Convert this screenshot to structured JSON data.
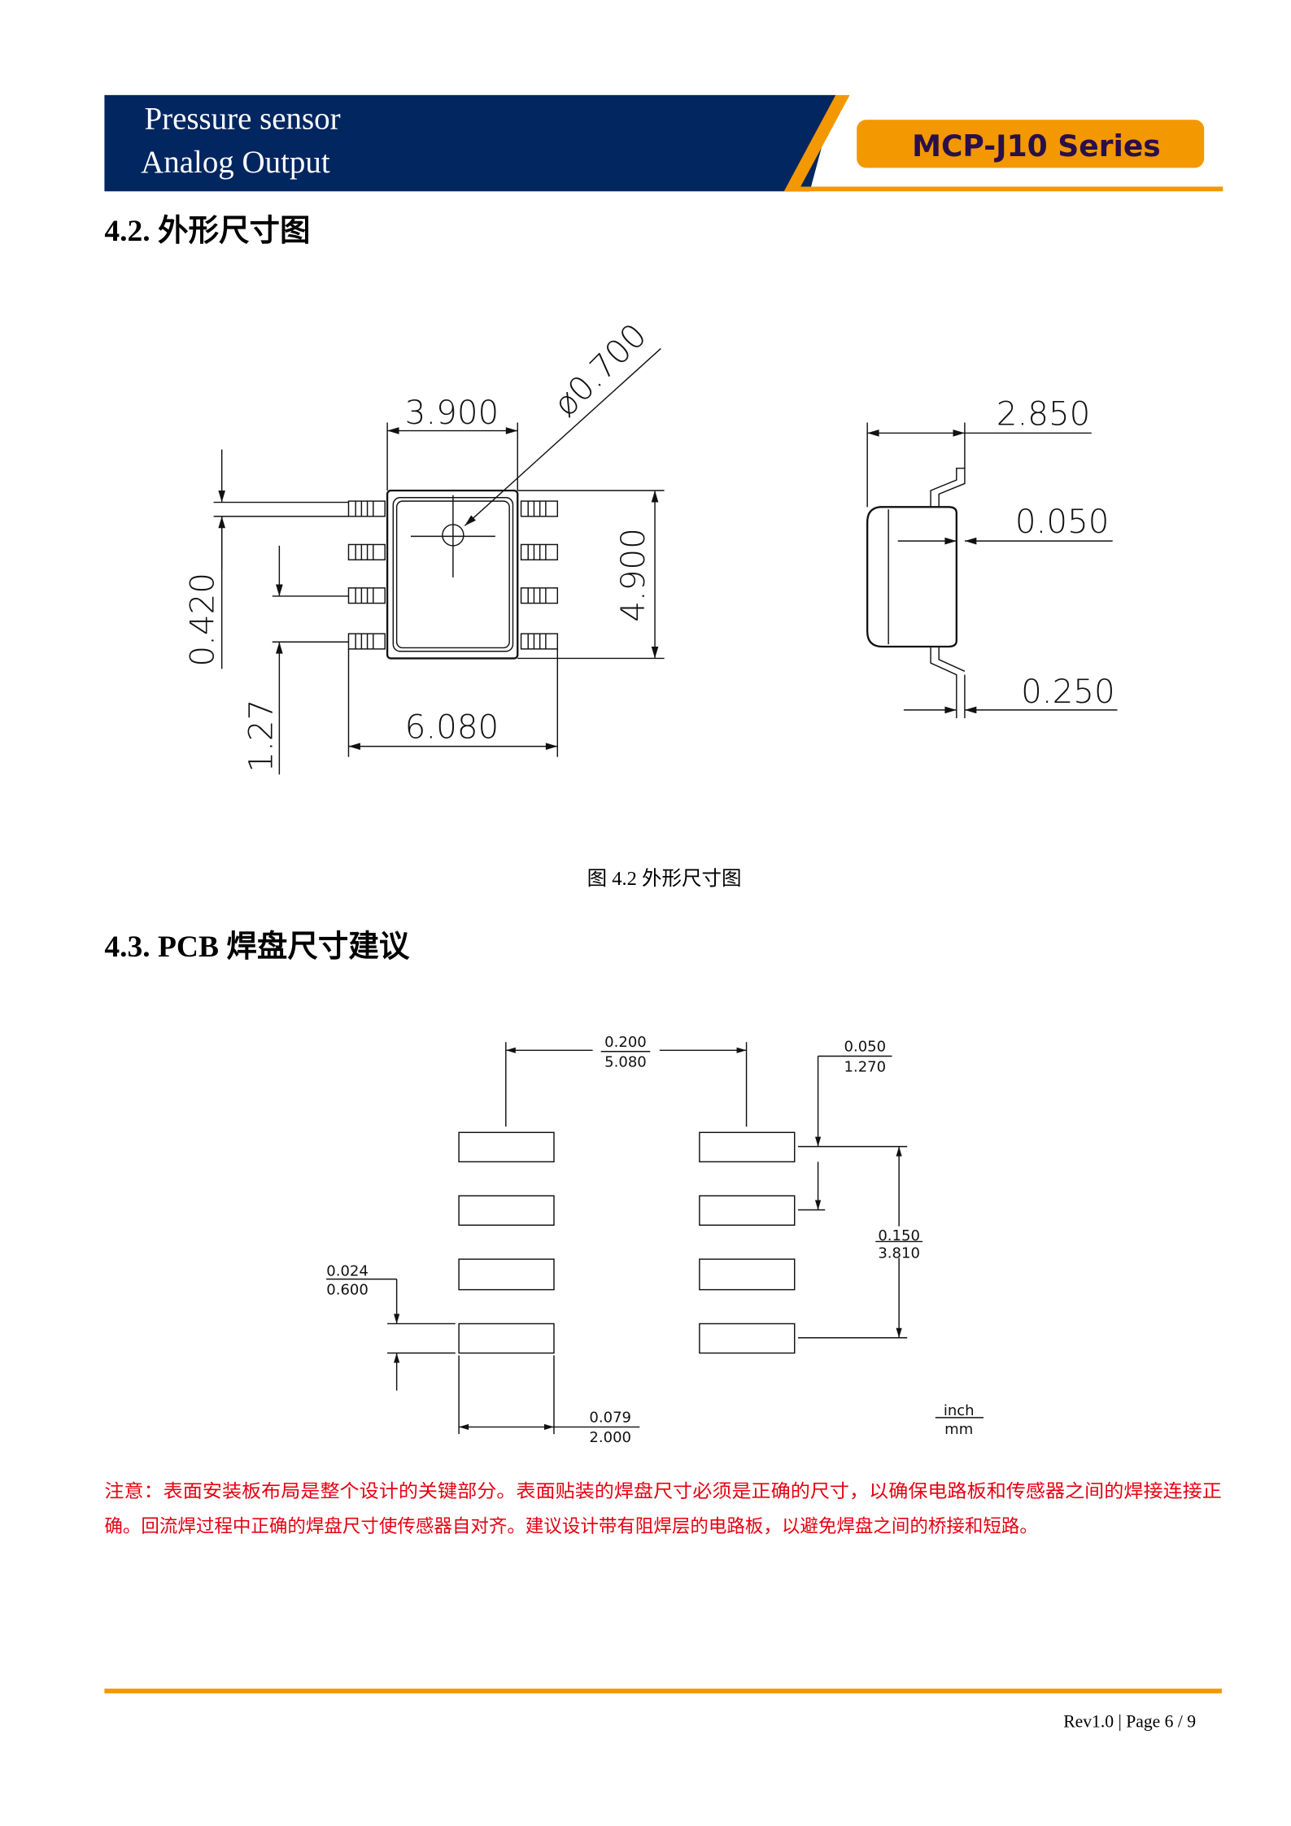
{
  "header": {
    "title_line1": "Pressure sensor",
    "title_line2": "Analog Output",
    "series_badge": "MCP-J10 Series",
    "colors": {
      "navy": "#022660",
      "orange": "#F39800",
      "badge_text": "#2A0F4A"
    }
  },
  "section_42": {
    "heading": "4.2.  外形尺寸图",
    "dimensions": {
      "body_width": "3.900",
      "port_diameter": "ø0.700",
      "body_length": "4.900",
      "lead_width": "0.420",
      "pitch": "1.27",
      "overall_width": "6.080",
      "height": "2.850",
      "standoff": "0.050",
      "lead_thickness": "0.250"
    },
    "caption": "图 4.2  外形尺寸图"
  },
  "section_43": {
    "heading": "4.3. PCB 焊盘尺寸建议",
    "dimensions": {
      "row_spacing": {
        "inch": "0.200",
        "mm": "5.080"
      },
      "pad_pitch": {
        "inch": "0.050",
        "mm": "1.270"
      },
      "span": {
        "inch": "0.150",
        "mm": "3.810"
      },
      "pad_height": {
        "inch": "0.024",
        "mm": "0.600"
      },
      "pad_length": {
        "inch": "0.079",
        "mm": "2.000"
      }
    },
    "units_legend": {
      "top": "inch",
      "bottom": "mm"
    },
    "note_line1": "注意：表面安装板布局是整个设计的关键部分。表面贴装的焊盘尺寸必须是正确的尺寸，以确保电路板和传感器之间的焊接连接正",
    "note_line2": "确。回流焊过程中正确的焊盘尺寸使传感器自对齐。建议设计带有阻焊层的电路板，以避免焊盘之间的桥接和短路。",
    "note_color": "#E60012"
  },
  "footer": {
    "page_info": "Rev1.0 | Page 6 / 9"
  }
}
